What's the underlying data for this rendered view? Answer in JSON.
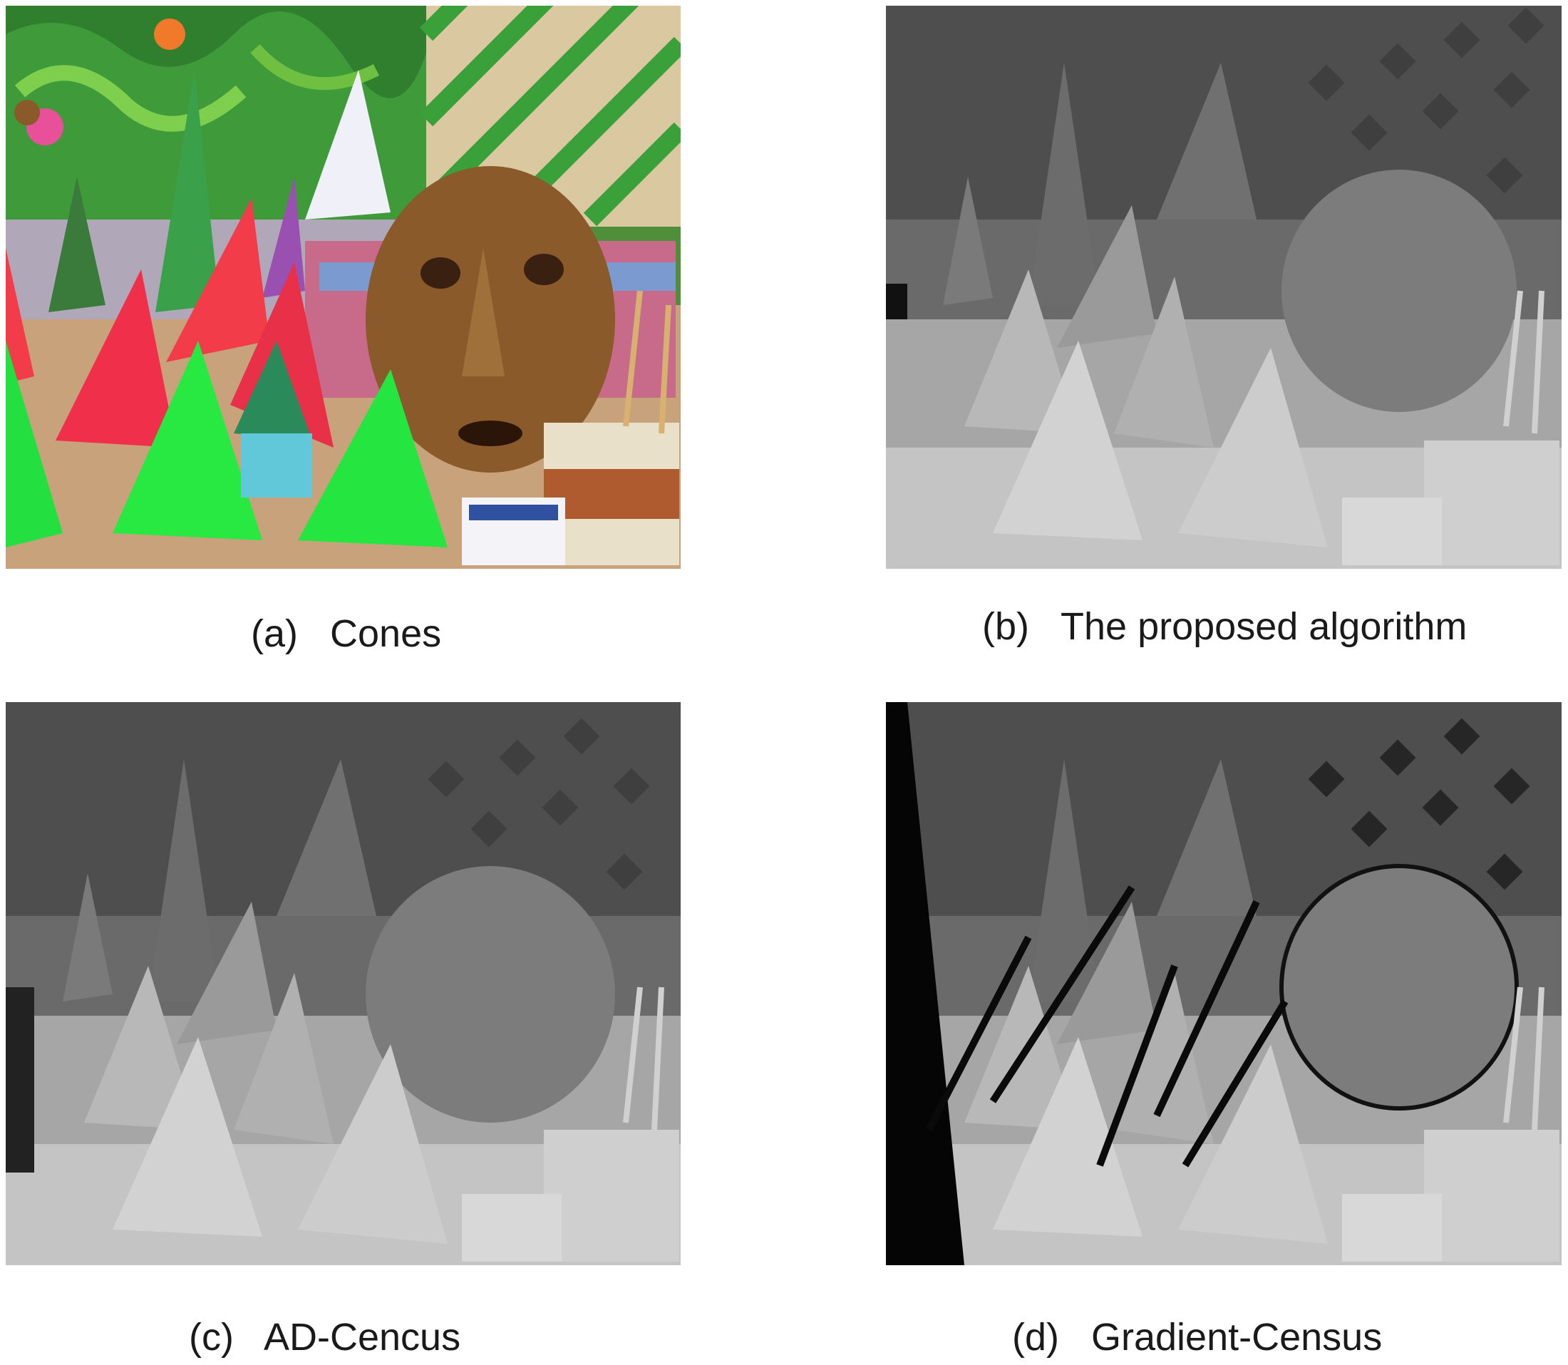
{
  "figure": {
    "panels": [
      {
        "label": "(a)   Cones",
        "kind": "color-photo"
      },
      {
        "label": "(b)   The proposed algorithm",
        "kind": "disparity-map"
      },
      {
        "label": "(c)   AD-Cencus",
        "kind": "disparity-map"
      },
      {
        "label": "(d)   Gradient-Census",
        "kind": "disparity-map"
      }
    ]
  }
}
